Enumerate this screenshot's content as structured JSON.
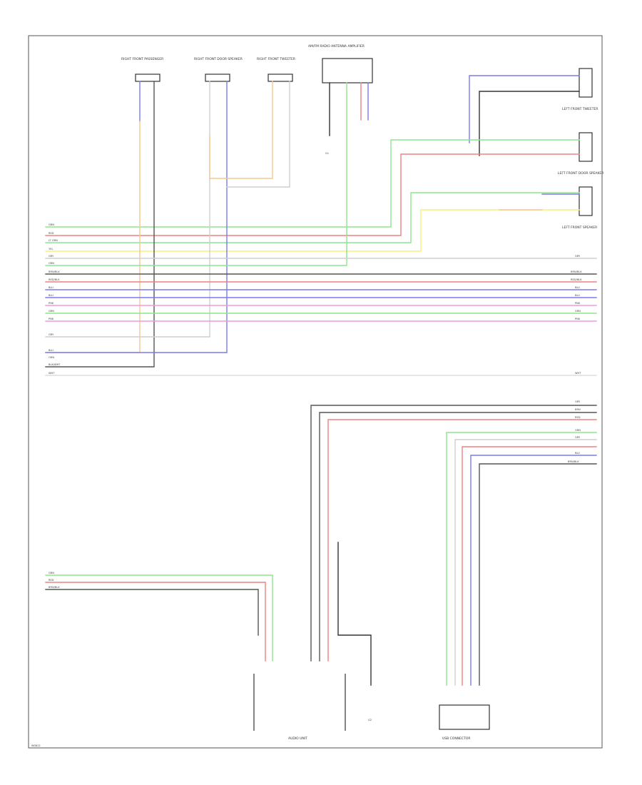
{
  "colors": {
    "green": "#8ee68e",
    "red": "#f08080",
    "ltgreen": "#c8f0a0",
    "yellow": "#f5f07a",
    "gray": "#cfcfcf",
    "black": "#333333",
    "blue": "#7a7af0",
    "pink": "#f09ad8",
    "orange": "#f5c890",
    "dkgray": "#555555"
  },
  "components": {
    "right_front_passenger_speaker": "RIGHT FRONT PASSENGER",
    "right_front_door_speaker": "RIGHT FRONT DOOR SPEAKER",
    "right_front_tweeter": "RIGHT FRONT TWEETER",
    "antenna_amplifier": "AM/FM RADIO ANTENNA AMPLIFIER",
    "left_front_tweeter": "LEFT FRONT TWEETER",
    "left_front_door_speaker": "LEFT FRONT DOOR SPEAKER",
    "left_front_passenger_speaker": "LEFT FRONT SPEAKER",
    "audio_unit": "AUDIO UNIT",
    "usb_connector": "USB CONNECTOR",
    "ground_left": "G1",
    "ground_right": "G2",
    "footer": "W0812"
  },
  "wire_labels": {
    "left": [
      "GRN",
      "RED",
      "LT GRN",
      "YEL",
      "GRY",
      "GRN",
      "BRN/BLK",
      "RED/BLK",
      "BLU",
      "BLU",
      "PNK",
      "GRN",
      "PNK",
      "GRY",
      "BLU",
      "ORN",
      "BLK/WHT",
      "WHT"
    ],
    "right": [
      "GRY",
      "BRN/BLK",
      "RED/BLK",
      "BLU",
      "BLU",
      "PNK",
      "GRN",
      "PNK",
      "WHT"
    ],
    "bottom_left": [
      "GRN",
      "RED",
      "BRN/BLK"
    ],
    "usb": [
      "GRY",
      "BRN",
      "RED",
      "GRN",
      "GRY",
      "BLU",
      "BRN/BLK"
    ]
  }
}
